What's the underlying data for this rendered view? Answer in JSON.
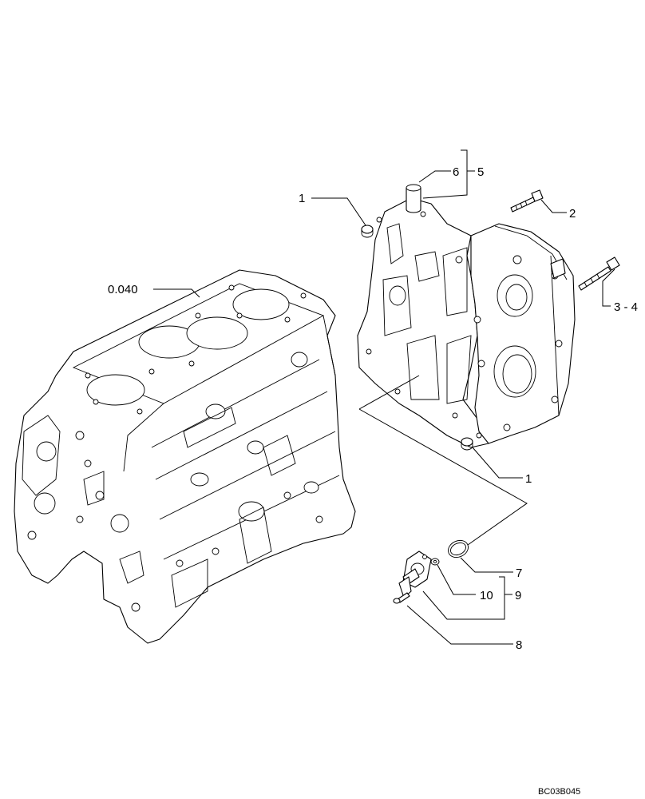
{
  "callouts": {
    "engine_block": "0.040",
    "plug_upper": "1",
    "screw": "2",
    "screw_pair": "3 - 4",
    "cover_group": "5",
    "cap": "6",
    "plug_lower": "1",
    "o_ring": "7",
    "sensor_group": "9",
    "washer": "10",
    "sensor_screw": "8"
  },
  "drawing_code": "BC03B045"
}
